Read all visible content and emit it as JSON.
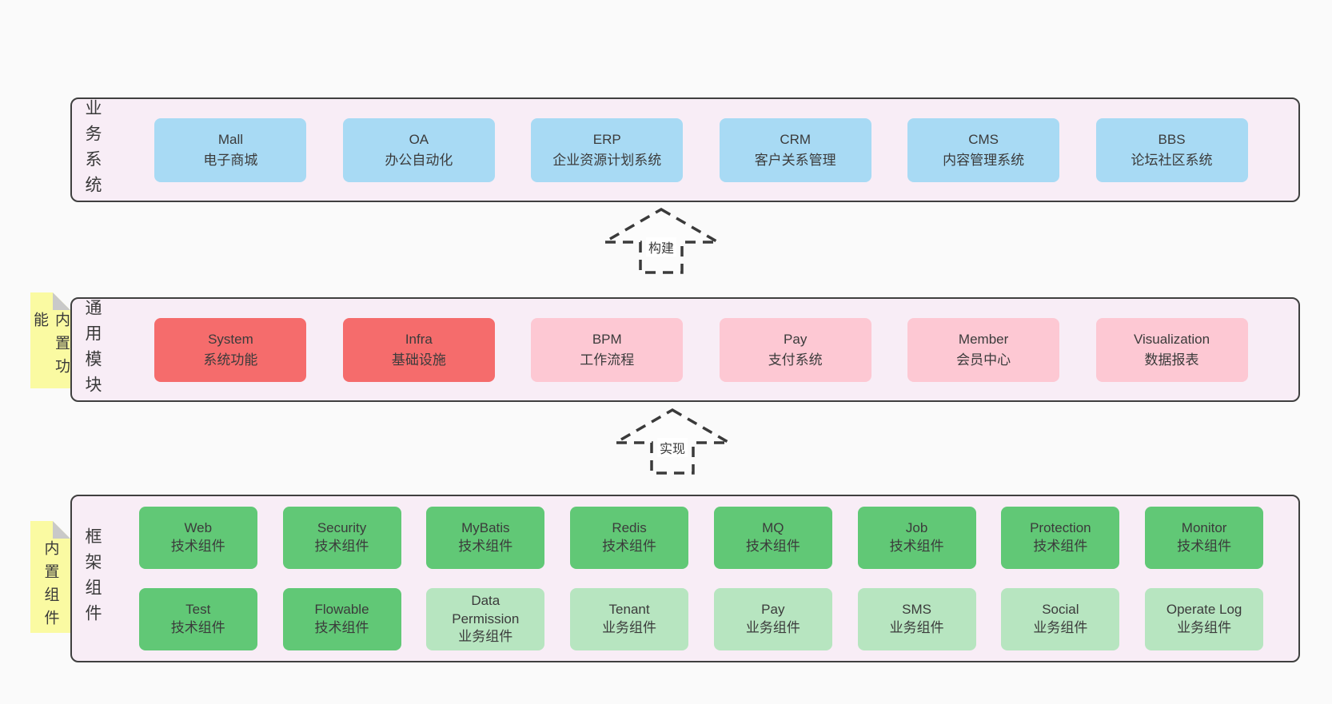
{
  "colors": {
    "page_bg": "#fafafa",
    "band_bg": "#f8edf6",
    "band_border": "#3f3f3f",
    "blue_box": "#a8daf4",
    "red_box": "#f56c6c",
    "pink_box": "#fdc8d3",
    "green_dark_box": "#61c876",
    "green_light_box": "#b7e5c0",
    "sticky_bg": "#fafaa2",
    "sticky_fold": "#c9c9c9",
    "text": "#3b3b3b"
  },
  "arrows": {
    "build": "构建",
    "implement": "实现"
  },
  "bands": {
    "business": {
      "label": "业务系统",
      "boxes": [
        {
          "name": "Mall",
          "desc": "电子商城"
        },
        {
          "name": "OA",
          "desc": "办公自动化"
        },
        {
          "name": "ERP",
          "desc": "企业资源计划系统"
        },
        {
          "name": "CRM",
          "desc": "客户关系管理"
        },
        {
          "name": "CMS",
          "desc": "内容管理系统"
        },
        {
          "name": "BBS",
          "desc": "论坛社区系统"
        }
      ]
    },
    "modules": {
      "label": "通用模块",
      "sticky": "内置功能",
      "boxes": [
        {
          "name": "System",
          "desc": "系统功能"
        },
        {
          "name": "Infra",
          "desc": "基础设施"
        },
        {
          "name": "BPM",
          "desc": "工作流程"
        },
        {
          "name": "Pay",
          "desc": "支付系统"
        },
        {
          "name": "Member",
          "desc": "会员中心"
        },
        {
          "name": "Visualization",
          "desc": "数据报表"
        }
      ]
    },
    "components": {
      "label": "框架组件",
      "sticky": "内置组件",
      "row1": [
        {
          "name": "Web",
          "desc": "技术组件"
        },
        {
          "name": "Security",
          "desc": "技术组件"
        },
        {
          "name": "MyBatis",
          "desc": "技术组件"
        },
        {
          "name": "Redis",
          "desc": "技术组件"
        },
        {
          "name": "MQ",
          "desc": "技术组件"
        },
        {
          "name": "Job",
          "desc": "技术组件"
        },
        {
          "name": "Protection",
          "desc": "技术组件"
        },
        {
          "name": "Monitor",
          "desc": "技术组件"
        }
      ],
      "row2": [
        {
          "name": "Test",
          "desc": "技术组件"
        },
        {
          "name": "Flowable",
          "desc": "技术组件"
        },
        {
          "name": "Data Permission",
          "desc": "业务组件"
        },
        {
          "name": "Tenant",
          "desc": "业务组件"
        },
        {
          "name": "Pay",
          "desc": "业务组件"
        },
        {
          "name": "SMS",
          "desc": "业务组件"
        },
        {
          "name": "Social",
          "desc": "业务组件"
        },
        {
          "name": "Operate Log",
          "desc": "业务组件"
        }
      ]
    }
  }
}
